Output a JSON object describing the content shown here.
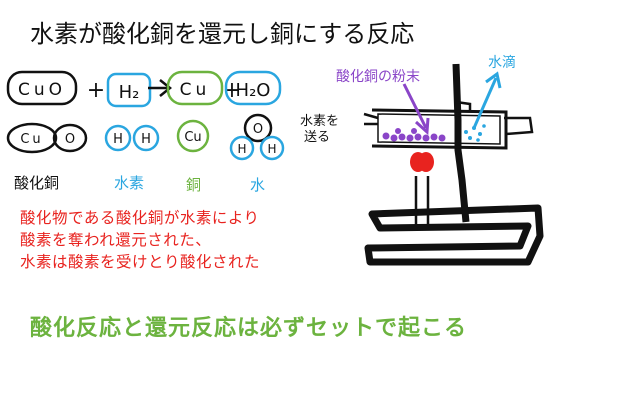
{
  "title": "水素が酸化銅を還元し銅にする反応",
  "equation": {
    "cuo": "CuO",
    "plus1": "+",
    "h2": "H₂",
    "cu": "Cu",
    "plus2": "+",
    "h2o": "H₂O"
  },
  "molecules": {
    "cuo_cu": "Cu",
    "cuo_o": "O",
    "h_left": "H",
    "h_right": "H",
    "cu": "Cu",
    "water_o": "O",
    "water_h_left": "H",
    "water_h_right": "H"
  },
  "labels": {
    "copper_oxide": "酸化銅",
    "hydrogen": "水素",
    "copper": "銅",
    "water": "水"
  },
  "apparatus": {
    "powder_label": "酸化銅の粉末",
    "droplet_label": "水滴",
    "hydrogen_feed_line1": "水素を",
    "hydrogen_feed_line2": "送る"
  },
  "explanation": [
    "酸化物である酸化銅が水素により",
    "酸素を奪われ還元された、",
    "水素は酸素を受けとり酸化された"
  ],
  "conclusion": "酸化反応と還元反応は必ずセットで起こる",
  "colors": {
    "black": "#111111",
    "blue": "#2aa6e0",
    "green": "#6cb33f",
    "red": "#e8231f",
    "purple": "#8a45c8"
  }
}
